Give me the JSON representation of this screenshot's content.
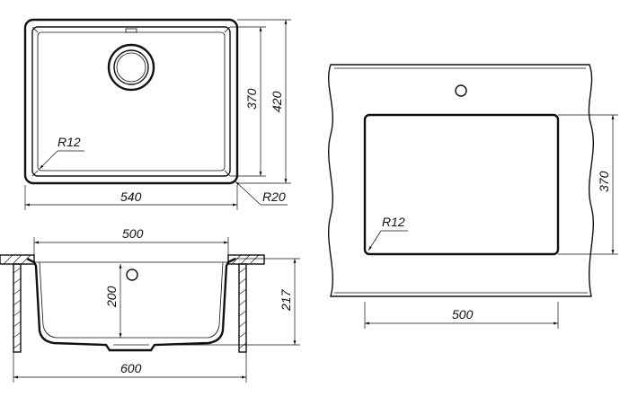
{
  "top_view": {
    "dim_width": "540",
    "dim_depth_inner": "370",
    "dim_depth_outer": "420",
    "radius_inner": "R12",
    "radius_outer": "R20"
  },
  "section_view": {
    "dim_bowl_width": "500",
    "dim_bowl_depth": "200",
    "dim_total_depth": "217",
    "dim_cabinet_width": "600"
  },
  "cutout_view": {
    "dim_cutout_height": "370",
    "dim_cutout_width": "500",
    "radius_cutout": "R12"
  },
  "colors": {
    "line": "#111111",
    "background": "#ffffff"
  }
}
